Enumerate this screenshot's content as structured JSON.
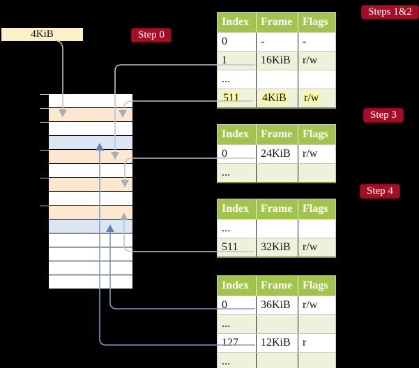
{
  "colors": {
    "background": "#000000",
    "accent_red": "#a60e28",
    "table_header_green": "#a3c44c",
    "table_row_green": "#eef2dc",
    "highlight_yellow": "#fbf8a3",
    "page_frame_peach": "#fde7d0",
    "page_frame_blue": "#dbe6f4",
    "box_cream": "#fbf0c8",
    "arrow_gray": "#bfc3c7",
    "arrow_blue": "#7e9bca"
  },
  "page_size_box": {
    "label": "4KiB"
  },
  "steps": {
    "step0": "Step 0",
    "steps12": "Steps 1&2",
    "step3": "Step 3",
    "step4": "Step 4"
  },
  "memory": {
    "rows": [
      {
        "fill": "white"
      },
      {
        "fill": "peach"
      },
      {
        "fill": "white"
      },
      {
        "fill": "blue"
      },
      {
        "fill": "peach"
      },
      {
        "fill": "white"
      },
      {
        "fill": "peach"
      },
      {
        "fill": "white"
      },
      {
        "fill": "peach"
      },
      {
        "fill": "blue"
      },
      {
        "fill": "white"
      },
      {
        "fill": "white"
      },
      {
        "fill": "white"
      },
      {
        "fill": "white"
      }
    ]
  },
  "tables": [
    {
      "headers": [
        "Index",
        "Frame",
        "Flags"
      ],
      "rows": [
        {
          "cells": [
            "0",
            "-",
            "-"
          ]
        },
        {
          "cells": [
            "1",
            "16KiB",
            "r/w"
          ]
        },
        {
          "cells": [
            "...",
            "",
            ""
          ]
        },
        {
          "cells": [
            "511",
            "4KiB",
            "r/w"
          ]
        }
      ]
    },
    {
      "headers": [
        "Index",
        "Frame",
        "Flags"
      ],
      "rows": [
        {
          "cells": [
            "0",
            "24KiB",
            "r/w"
          ]
        },
        {
          "cells": [
            "...",
            "",
            ""
          ]
        }
      ]
    },
    {
      "headers": [
        "Index",
        "Frame",
        "Flags"
      ],
      "rows": [
        {
          "cells": [
            "...",
            "",
            ""
          ]
        },
        {
          "cells": [
            "511",
            "32KiB",
            "r/w"
          ]
        }
      ]
    },
    {
      "headers": [
        "Index",
        "Frame",
        "Flags"
      ],
      "rows": [
        {
          "cells": [
            "0",
            "36KiB",
            "r/w"
          ]
        },
        {
          "cells": [
            "...",
            "",
            ""
          ]
        },
        {
          "cells": [
            "127",
            "12KiB",
            "r"
          ]
        },
        {
          "cells": [
            "...",
            "",
            ""
          ]
        }
      ]
    }
  ],
  "connectors": [
    {
      "from": "4KiB-box",
      "to": "memory-row-2",
      "color": "gray"
    },
    {
      "from": "table1-row-1-16KiB",
      "to": "memory-row-5",
      "color": "gray"
    },
    {
      "from": "table1-row-511-4KiB",
      "to": "memory-row-2",
      "color": "gray"
    },
    {
      "from": "table2-row-0-24KiB",
      "to": "memory-row-7",
      "color": "gray"
    },
    {
      "from": "table3-row-511-32KiB",
      "to": "memory-row-9",
      "color": "gray"
    },
    {
      "from": "table4-row-0-36KiB",
      "to": "memory-row-10",
      "color": "blue"
    },
    {
      "from": "table4-row-127-12KiB",
      "to": "memory-row-4",
      "color": "blue"
    }
  ]
}
